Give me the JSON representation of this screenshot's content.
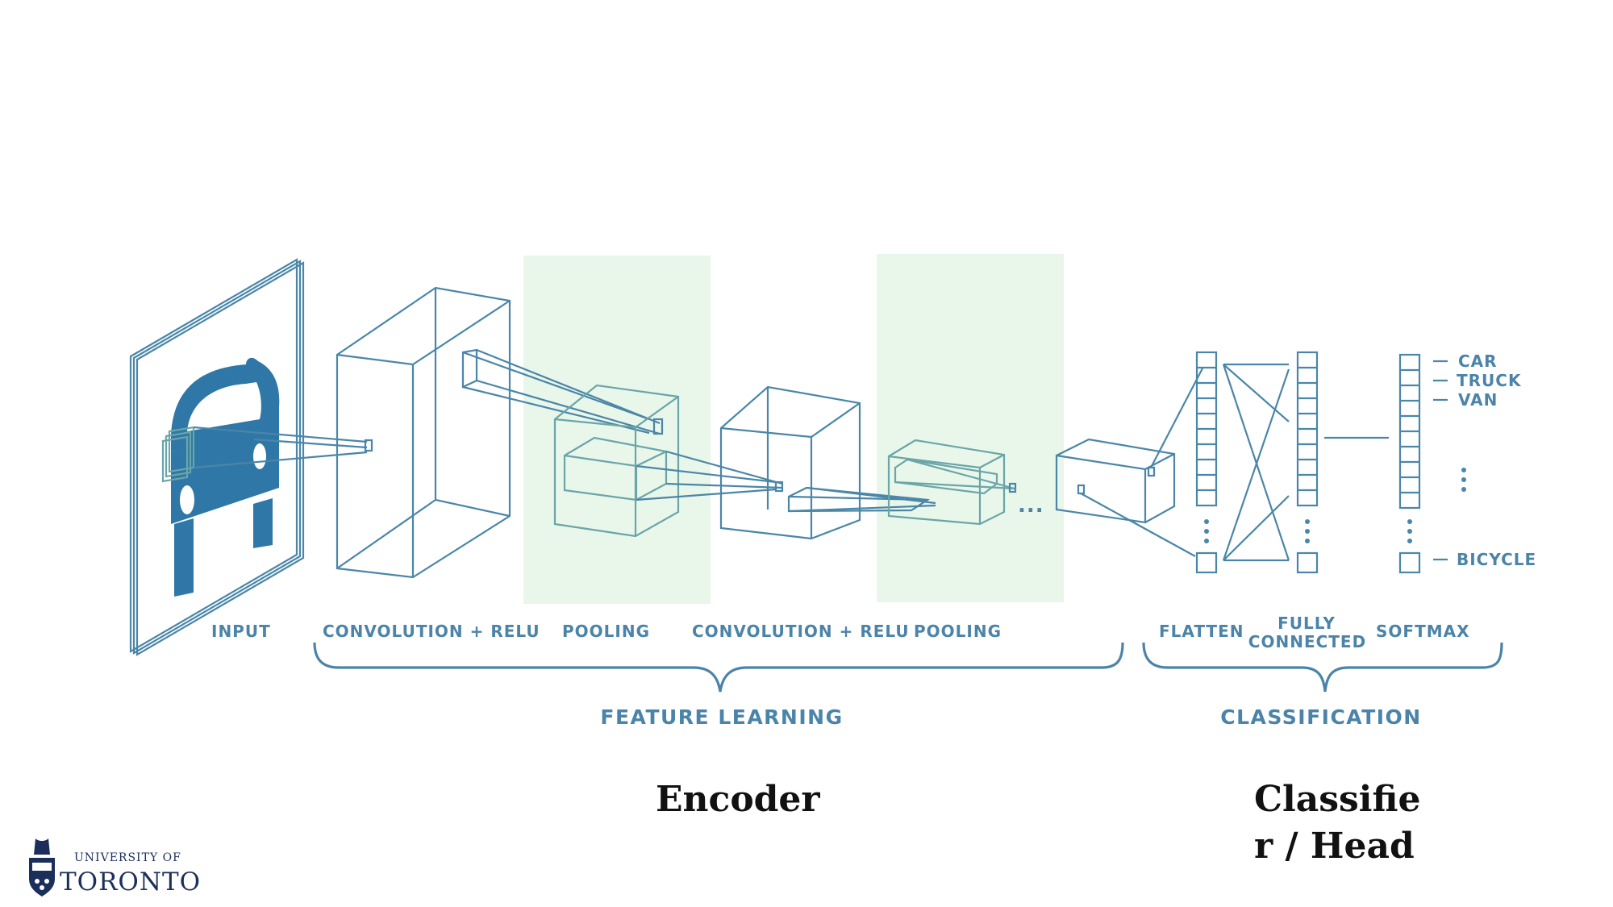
{
  "stages": {
    "input": "INPUT",
    "conv1": "CONVOLUTION + RELU",
    "pool1": "POOLING",
    "conv2": "CONVOLUTION + RELU",
    "pool2": "POOLING",
    "flatten": "FLATTEN",
    "fc_line1": "FULLY",
    "fc_line2": "CONNECTED",
    "softmax": "SOFTMAX",
    "ellipsis": "..."
  },
  "outputs": {
    "car": "CAR",
    "truck": "TRUCK",
    "van": "VAN",
    "bicycle": "BICYCLE"
  },
  "groups": {
    "feature_learning": "FEATURE LEARNING",
    "classification": "CLASSIFICATION"
  },
  "captions": {
    "encoder": "Encoder",
    "head": "Classifie\nr /  Head"
  },
  "logo": {
    "line1": "UNIVERSITY OF",
    "line2": "TORONTO"
  },
  "colors": {
    "diagram_blue": "#4b84a8",
    "car_blue": "#2f77a6",
    "pooling_highlight": "#e9f6ea",
    "uoft_navy": "#1b2f5a"
  }
}
